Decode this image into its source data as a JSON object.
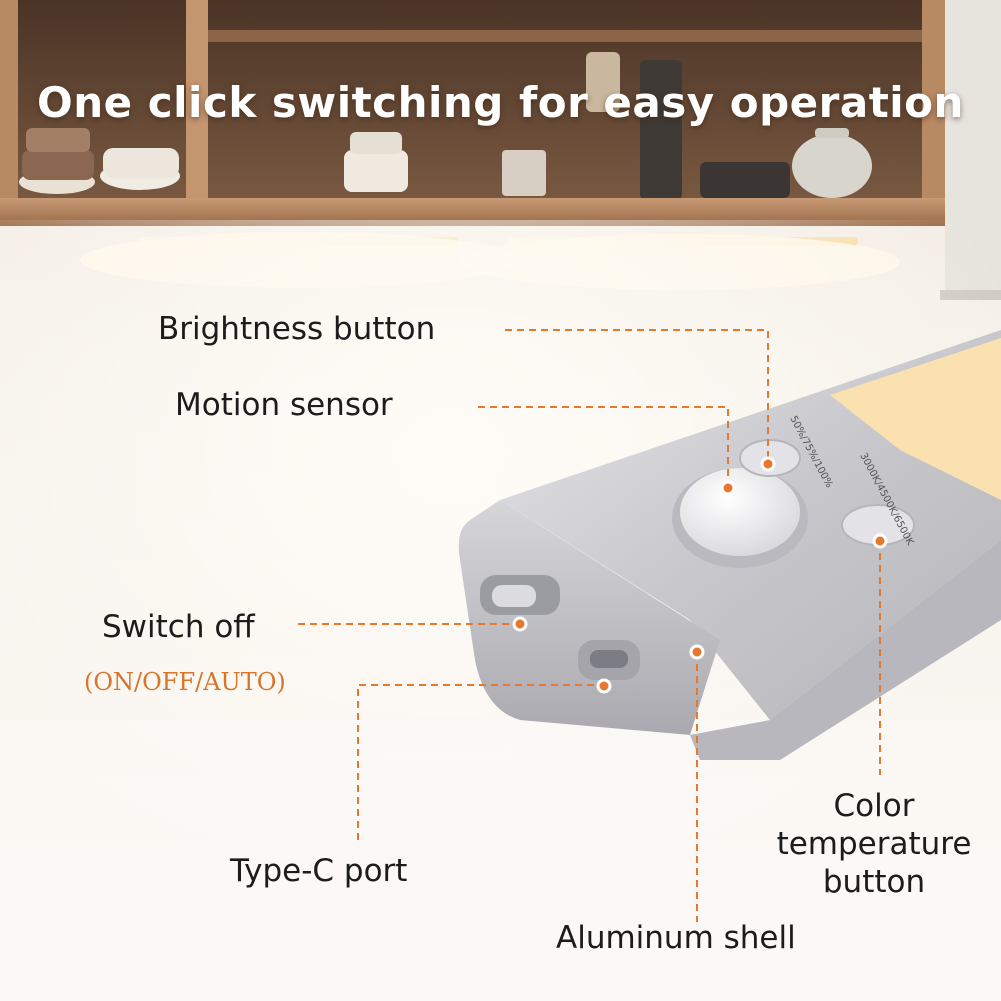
{
  "headline": "One click switching for easy operation",
  "callouts": {
    "brightness_button": "Brightness button",
    "motion_sensor": "Motion sensor",
    "switch_off": "Switch off",
    "switch_modes": "(ON/OFF/AUTO)",
    "type_c_port": "Type-C port",
    "aluminum_shell": "Aluminum shell",
    "color_temp_line1": "Color",
    "color_temp_line2": "temperature",
    "color_temp_line3": "button"
  },
  "device_print": {
    "brightness_levels": "50%/75%/100%",
    "color_temperatures": "3000K/4500K/6500K"
  },
  "colors": {
    "accent": "#e8782f",
    "wood": "#9a6a48",
    "aluminum": "#c8c8cc"
  }
}
